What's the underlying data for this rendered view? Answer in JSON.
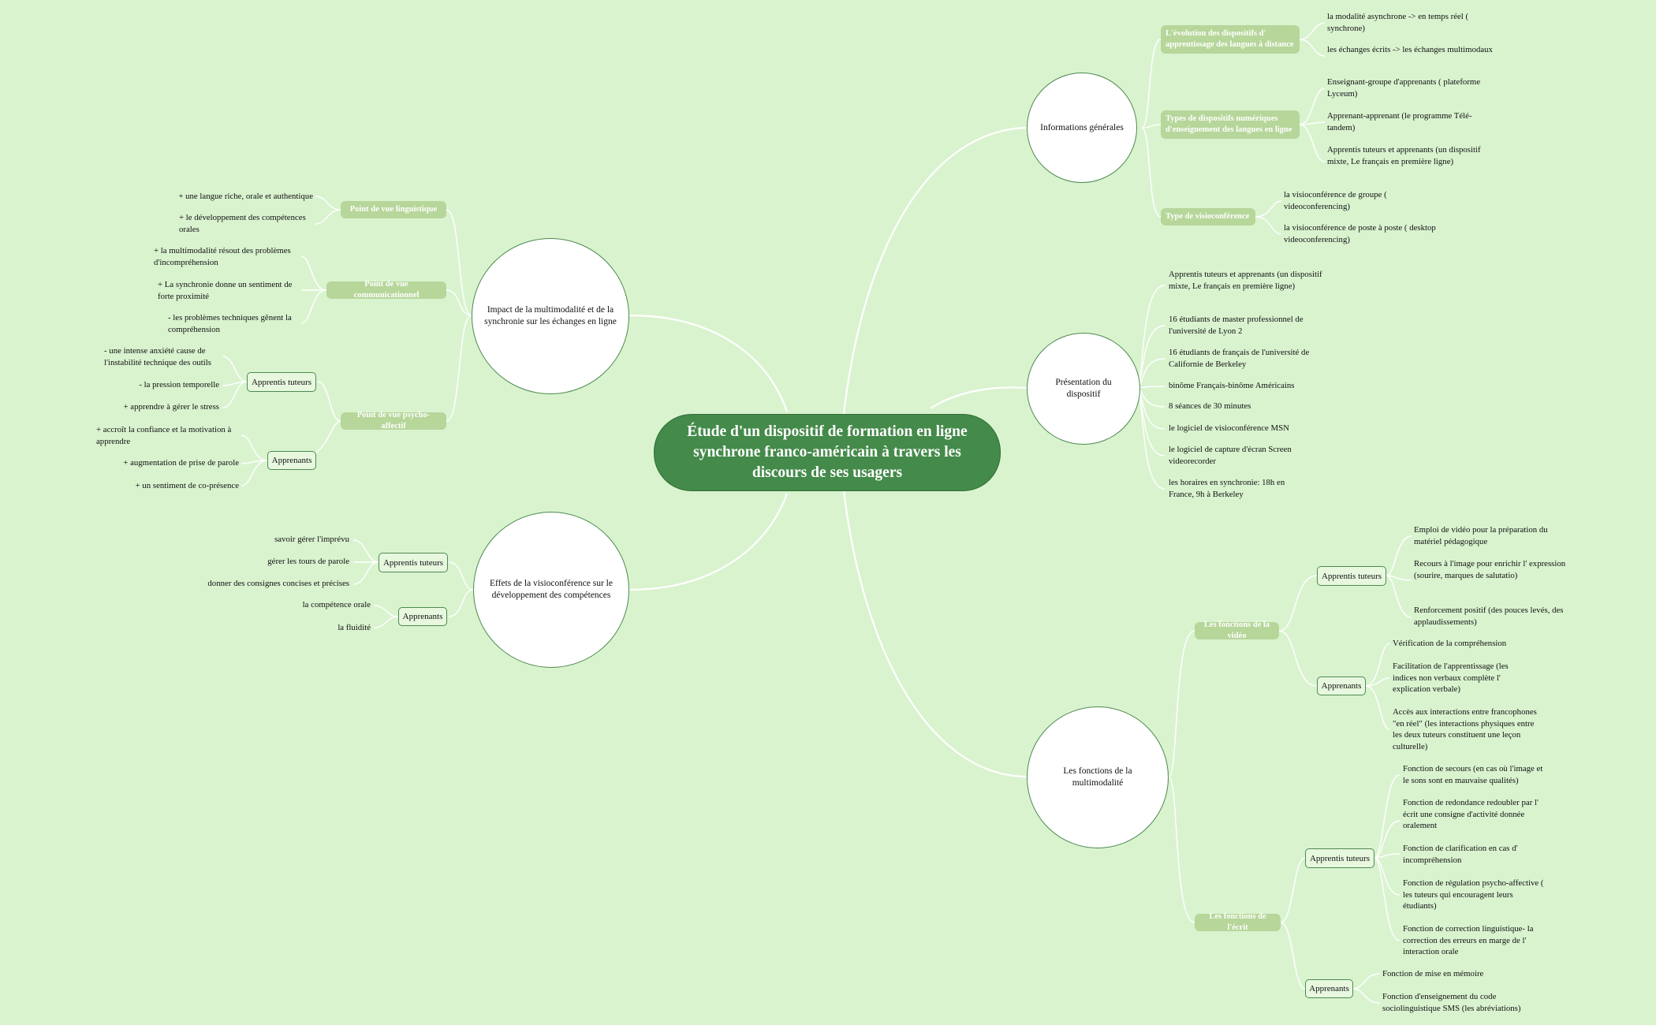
{
  "title": "Étude d'un dispositif de formation en ligne synchrone franco-américain à travers les discours de ses usagers",
  "branches": {
    "info": {
      "label": "Informations  générales",
      "evolution": {
        "label": "L'évolution des dispositifs d' apprentissage des langues à distance",
        "leaves": [
          "la modalité asynchrone -> en temps réel ( synchrone)",
          "les échanges écrits -> les échanges multimodaux"
        ]
      },
      "types": {
        "label": "Types de dispositifs numériques d'enseignement des langues en ligne",
        "leaves": [
          "Enseignant-groupe d'apprenants ( plateforme Lyceum)",
          "Apprenant-apprenant (le programme Télé-tandem)",
          "Apprentis tuteurs et apprenants (un dispositif mixte, Le français en première ligne)"
        ]
      },
      "visio": {
        "label": "Type de visioconférence",
        "leaves": [
          "la  visioconférence de groupe ( videoconferencing)",
          "la visioconférence de poste à poste ( desktop videoconferencing)"
        ]
      }
    },
    "presentation": {
      "label": "Présentation du dispositif",
      "leaves": [
        "Apprentis tuteurs et apprenants (un dispositif mixte, Le français en première ligne)",
        "16 étudiants de master professionnel de l'université de Lyon 2",
        "16 étudiants de français de l'université de Californie de Berkeley",
        "binôme Français-binôme Américains",
        "8  séances de 30 minutes",
        "le logiciel de visioconférence MSN",
        "le logiciel de capture d'écran Screen videorecorder",
        "les horaires en synchronie: 18h en France, 9h à Berkeley"
      ]
    },
    "multimodalite": {
      "label": "Les fonctions de la multimodalité",
      "video": {
        "label": "Les  fonctions de la vidéo",
        "tuteurs": {
          "label": "Apprentis tuteurs",
          "leaves": [
            "Emploi de vidéo pour la préparation du matériel pédagogique",
            "Recours à l'image pour enrichir l' expression   (sourire, marques de salutatio)",
            "Renforcement positif  (des pouces levés, des applaudissements)"
          ]
        },
        "apprenants": {
          "label": "Apprenants",
          "leaves": [
            "Vérification de la compréhension",
            "Facilitation de l'apprentissage (les indices non verbaux complète l' explication verbale)",
            "Accès aux interactions entre francophones \"en réel\" (les interactions physiques entre les deux tuteurs constituent une leçon culturelle)"
          ]
        }
      },
      "ecrit": {
        "label": "Les fonctions de l'écrit",
        "tuteurs": {
          "label": "Apprentis tuteurs",
          "leaves": [
            "Fonction de secours (en cas où l'image et le sons sont en mauvaise qualités)",
            "Fonction de redondance redoubler par l' écrit une consigne d'activité donnée oralement",
            "Fonction de clarification en cas d' incompréhension",
            "Fonction de régulation psycho-affective ( les tuteurs qui encouragent leurs étudiants)",
            "Fonction de correction linguistique- la correction des erreurs en marge de l' interaction orale"
          ]
        },
        "apprenants": {
          "label": "Apprenants",
          "leaves": [
            "Fonction de mise en mémoire",
            "Fonction d'enseignement du code sociolinguistique SMS (les abréviations)"
          ]
        }
      }
    },
    "impact": {
      "label": "Impact de la multimodalité et de la synchronie sur les échanges en ligne",
      "linguistique": {
        "label": "Point de vue linguistique",
        "leaves": [
          "+ une langue riche, orale et authentique",
          "+ le développement des compétences orales"
        ]
      },
      "communicationnel": {
        "label": "Point de vue communicationnel",
        "leaves": [
          "+ la multimodalité résout des problèmes d'incompréhension",
          "+ La synchronie donne un sentiment de forte proximité",
          "- les problèmes techniques gênent la compréhension"
        ]
      },
      "psycho": {
        "label": "Point de vue psycho-affectif",
        "tuteurs": {
          "label": "Apprentis tuteurs",
          "leaves": [
            "- une intense anxiété cause de l'instabilité technique des outils",
            "-   la pression temporelle",
            "+ apprendre à gérer le stress"
          ]
        },
        "apprenants": {
          "label": "Apprenants",
          "leaves": [
            "+ accroît la confiance et la motivation à apprendre",
            "+ augmentation de prise de parole",
            "+ un sentiment de co-présence"
          ]
        }
      }
    },
    "effets": {
      "label": "Effets  de la visioconférence sur le développement des compétences",
      "tuteurs": {
        "label": "Apprentis tuteurs",
        "leaves": [
          "savoir gérer l'imprévu",
          "gérer les tours de parole",
          "donner des consignes concises et précises"
        ]
      },
      "apprenants": {
        "label": "Apprenants",
        "leaves": [
          "la compétence orale",
          "la fluidité"
        ]
      }
    }
  }
}
